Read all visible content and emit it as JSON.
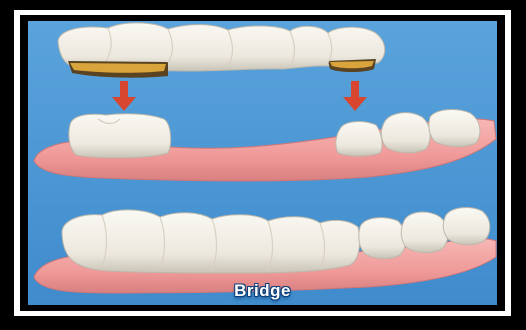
{
  "illustration": {
    "caption": "Bridge",
    "colors": {
      "background": "#4f9ad6",
      "gum": "#f3a7a6",
      "gum_shadow": "#d97f80",
      "tooth": "#f4f1ea",
      "tooth_shadow": "#c9c4b7",
      "arrow": "#d9462f",
      "frame": "#000000",
      "frame_border": "#ffffff"
    },
    "icons": [
      "dental-bridge",
      "prepared-tooth-stump",
      "down-arrow",
      "lower-jaw"
    ]
  }
}
